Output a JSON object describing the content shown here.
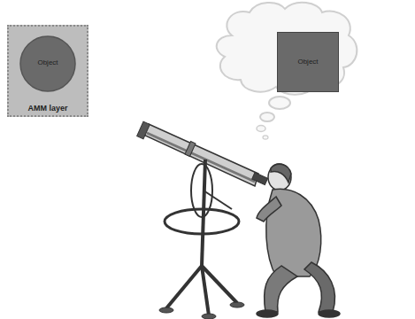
{
  "diagram": {
    "nodes": [
      {
        "text": [
          "AMM layer"
        ]
      },
      {
        "text": [
          "Object"
        ],
        "in": 0
      },
      {
        "text": [
          "Object"
        ]
      }
    ]
  }
}
